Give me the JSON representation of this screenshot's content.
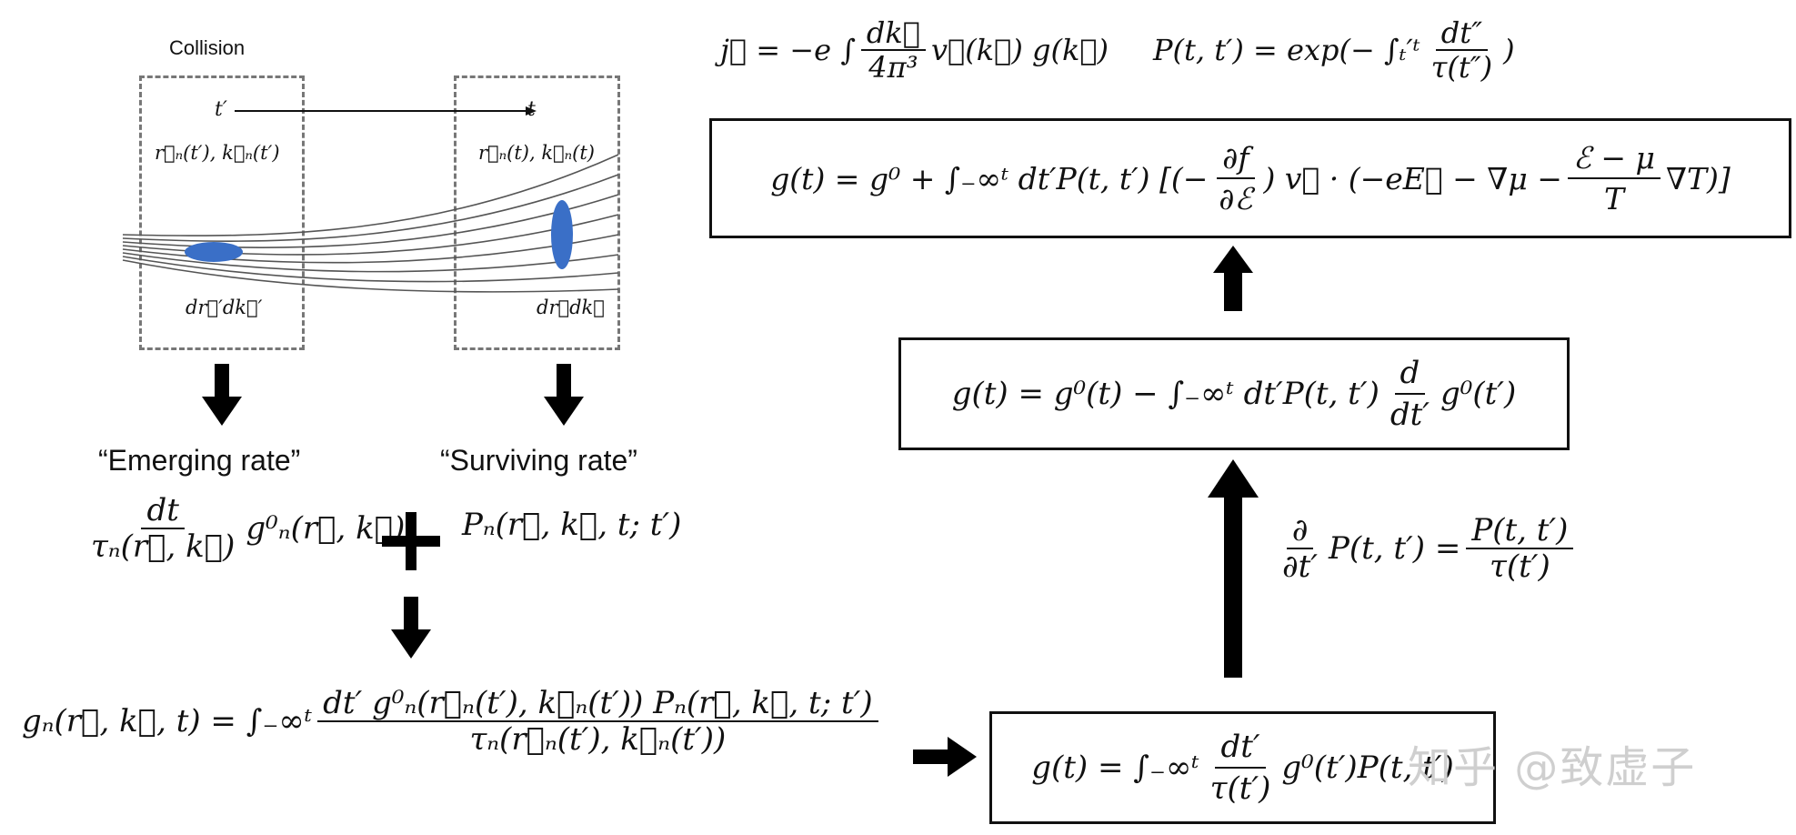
{
  "collision_label": "Collision",
  "time_axis": {
    "start": "t′",
    "end": "t"
  },
  "left_box": {
    "state": "r⃗ₙ(t′), k⃗ₙ(t′)",
    "volume": "dr⃗′dk⃗′"
  },
  "right_box": {
    "state": "r⃗ₙ(t), k⃗ₙ(t)",
    "volume": "dr⃗dk⃗"
  },
  "emerging_rate_label": "“Emerging rate”",
  "surviving_rate_label": "“Surviving rate”",
  "emerging_rate_eq": {
    "num": "dt",
    "den": "τₙ(r⃗, k⃗)",
    "tail": "g⁰ₙ(r⃗, k⃗)"
  },
  "plus_sign": "+",
  "surviving_rate_eq": "Pₙ(r⃗, k⃗, t; t′)",
  "gn_equation": {
    "lhs": "gₙ(r⃗, k⃗, t) = ∫₋∞ᵗ",
    "num": "dt′ g⁰ₙ(r⃗ₙ(t′), k⃗ₙ(t′)) Pₙ(r⃗, k⃗, t; t′)",
    "den": "τₙ(r⃗ₙ(t′), k⃗ₙ(t′))"
  },
  "g_box_bottom": {
    "lhs": "g(t) = ∫₋∞ᵗ",
    "num": "dt′",
    "den": "τ(t′)",
    "tail": "g⁰(t′)P(t, t′)"
  },
  "derivative_relation": {
    "lhs_num": "∂",
    "lhs_den": "∂t′",
    "mid": "P(t, t′) =",
    "rhs_num": "P(t, t′)",
    "rhs_den": "τ(t′)"
  },
  "g_box_middle": {
    "lhs": "g(t) = g⁰(t) − ∫₋∞ᵗ dt′P(t, t′)",
    "num": "d",
    "den": "dt′",
    "tail": "g⁰(t′)"
  },
  "g_box_top": {
    "lhs": "g(t) = g⁰ + ∫₋∞ᵗ dt′P(t, t′) [(−",
    "num1": "∂f",
    "den1": "∂ℰ",
    "mid": ") v⃗ · (−eE⃗ − ∇μ −",
    "num2": "ℰ − μ",
    "den2": "T",
    "tail": "∇T)]"
  },
  "current_eq": {
    "lhs": "j⃗ = −e ∫",
    "num": "dk⃗",
    "den": "4π³",
    "tail": "v⃗(k⃗) g(k⃗)"
  },
  "p_def_eq": {
    "lhs": "P(t, t′) = exp(− ∫ₜ′ᵗ",
    "num": "dt″",
    "den": "τ(t″)",
    "tail": ")"
  },
  "watermark": "知乎 @致虚子",
  "colors": {
    "ellipse": "#3a6fc7",
    "arrow": "#000000",
    "dashed": "#777777"
  }
}
